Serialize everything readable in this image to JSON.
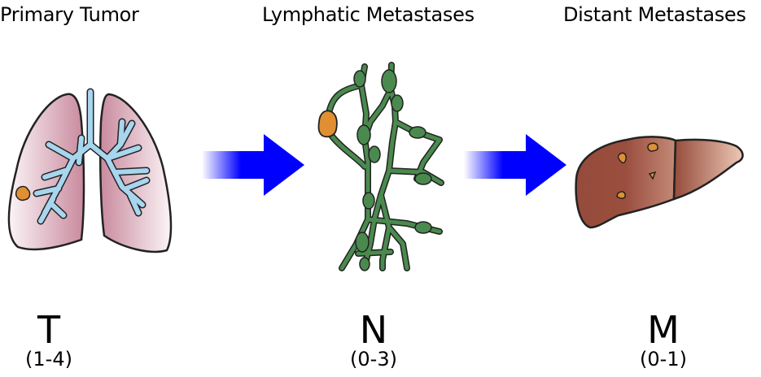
{
  "title": "TNM Staging",
  "stages": [
    {
      "heading": "Primary Tumor",
      "letter": "T",
      "range": "(1-4)",
      "organ": "lungs"
    },
    {
      "heading": "Lymphatic Metastases",
      "letter": "N",
      "range": "(0-3)",
      "organ": "lymph-nodes"
    },
    {
      "heading": "Distant Metastases",
      "letter": "M",
      "range": "(0-1)",
      "organ": "liver"
    }
  ],
  "colors": {
    "arrow": "#0000ff",
    "tumor": "#e08f32",
    "lung": "#d9a6b4",
    "bronchi": "#a7d6ee",
    "lymph": "#4a8a4e",
    "liver": "#9a4e3e",
    "outline": "#222222"
  }
}
